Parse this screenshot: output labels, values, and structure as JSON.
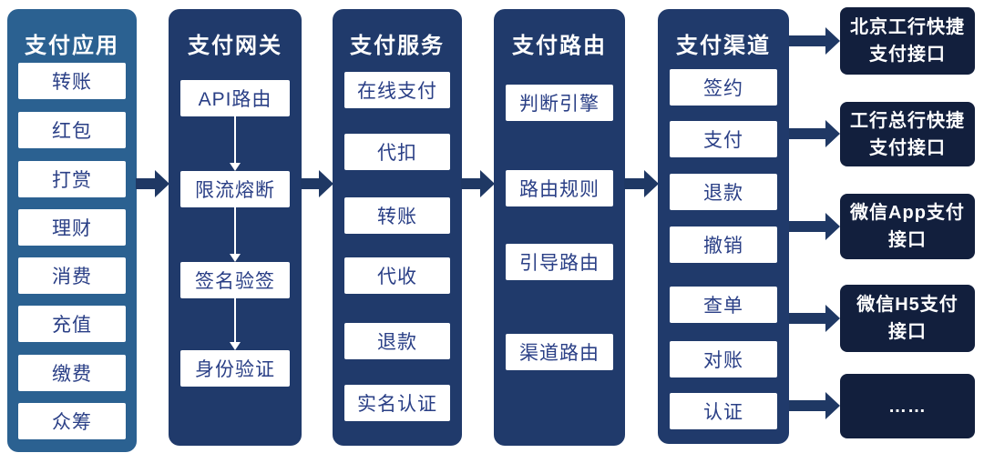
{
  "diagram": {
    "title": "payment-platform-architecture",
    "columns": [
      {
        "title": "支付应用",
        "items": [
          "转账",
          "红包",
          "打赏",
          "理财",
          "消费",
          "充值",
          "缴费",
          "众筹"
        ]
      },
      {
        "title": "支付网关",
        "items": [
          "API路由",
          "限流熔断",
          "签名验签",
          "身份验证"
        ],
        "internal_flow": "vertical-arrows-top-to-bottom"
      },
      {
        "title": "支付服务",
        "items": [
          "在线支付",
          "代扣",
          "转账",
          "代收",
          "退款",
          "实名认证"
        ]
      },
      {
        "title": "支付路由",
        "items": [
          "判断引擎",
          "路由规则",
          "引导路由",
          "渠道路由"
        ]
      },
      {
        "title": "支付渠道",
        "items": [
          "签约",
          "支付",
          "退款",
          "撤销",
          "查单",
          "对账",
          "认证"
        ]
      }
    ],
    "flow": "支付应用 → 支付网关 → 支付服务 → 支付路由 → 支付渠道 → 接口",
    "endpoints": [
      "北京工行快捷支付接口",
      "工行总行快捷支付接口",
      "微信App支付接口",
      "微信H5支付接口",
      "……"
    ],
    "colors": {
      "apps_panel_bg": "#2b6191",
      "dark_panel_bg": "#203a6b",
      "endpoint_bg": "#121f3d",
      "item_box_bg": "#ffffff",
      "item_text": "#2a3f86",
      "title_text": "#ffffff",
      "arrow": "#1f3864",
      "internal_arrow": "#ffffff",
      "page_bg": "#ffffff"
    }
  }
}
